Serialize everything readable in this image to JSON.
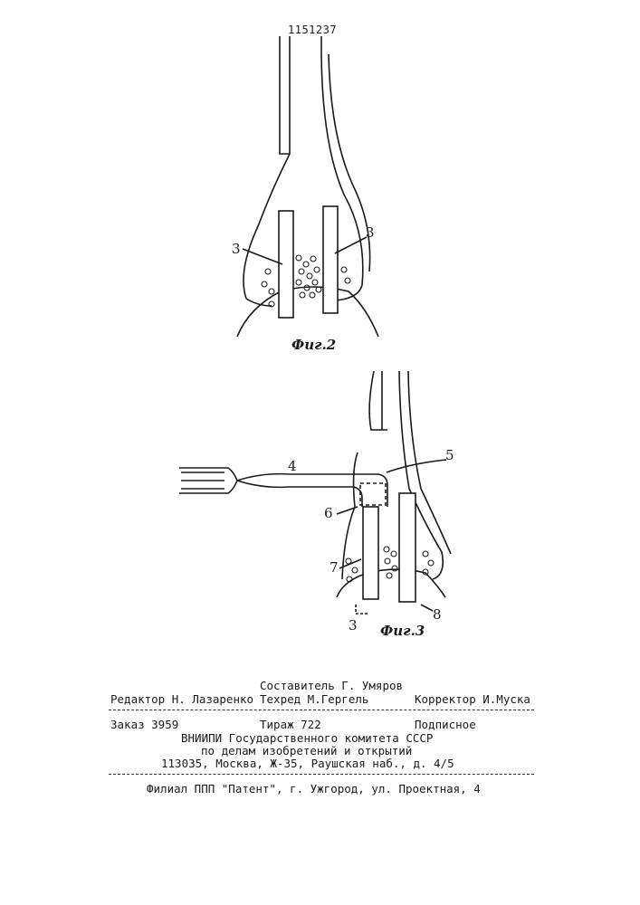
{
  "page_number": "1151237",
  "figure2": {
    "caption": "Фиг.2",
    "labels": [
      "3",
      "3"
    ]
  },
  "figure3": {
    "caption": "Фиг.3",
    "labels": [
      "4",
      "5",
      "6",
      "7",
      "3",
      "8"
    ]
  },
  "imprint": {
    "compiler": "Составитель  Г. Умяров",
    "editor": "Редактор Н. Лазаренко",
    "techred": "Техред М.Гергель",
    "corrector": "Корректор И.Муска",
    "order": "Заказ 3959",
    "circulation": "Тираж 722",
    "subscription": "Подписное",
    "org_line1": "ВНИИПИ Государственного комитета СССР",
    "org_line2": "по делам изобретений и открытий",
    "address": "113035, Москва, Ж-35, Раушская наб., д. 4/5",
    "branch": "Филиал ППП \"Патент\", г. Ужгород, ул. Проектная, 4"
  }
}
